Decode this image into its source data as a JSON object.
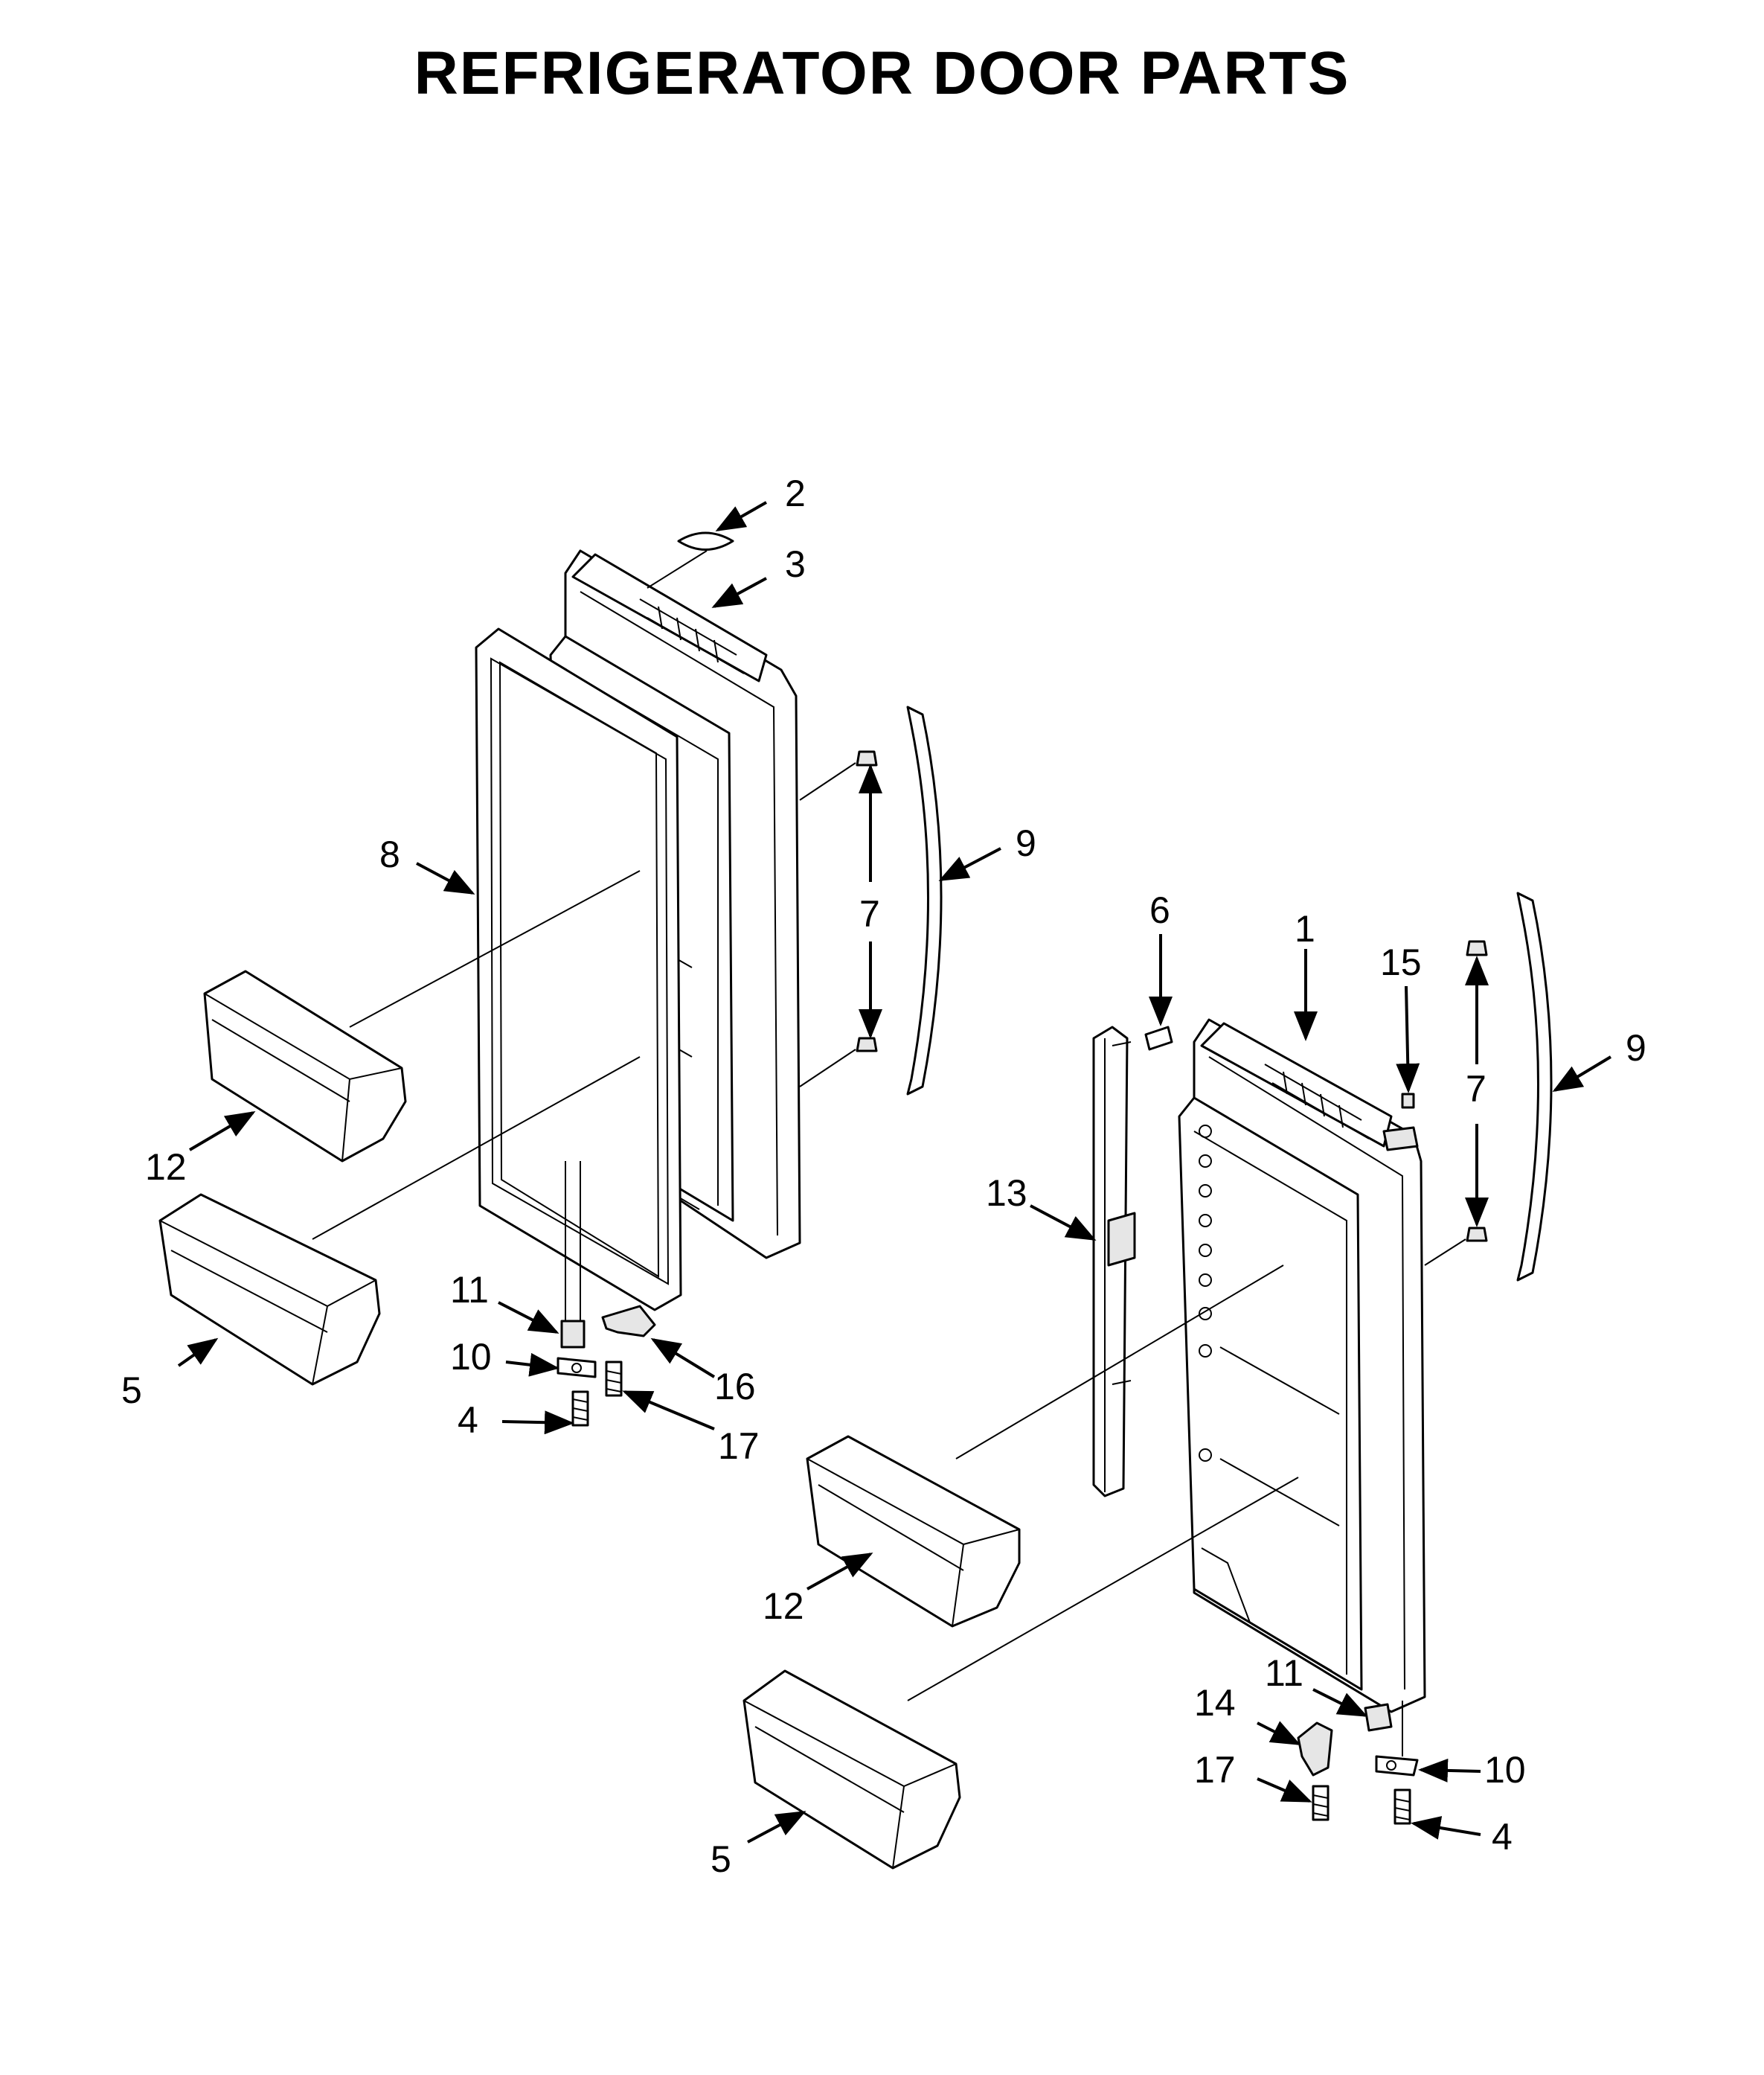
{
  "title": "REFRIGERATOR DOOR PARTS",
  "callouts": [
    {
      "id": "c-2",
      "text": "2",
      "part": "part-2"
    },
    {
      "id": "c-3",
      "text": "3",
      "part": "part-3"
    },
    {
      "id": "c-8",
      "text": "8",
      "part": "part-8"
    },
    {
      "id": "c-9-left",
      "text": "9",
      "part": "part-9"
    },
    {
      "id": "c-7-left",
      "text": "7",
      "part": "part-7"
    },
    {
      "id": "c-12-left",
      "text": "12",
      "part": "part-12"
    },
    {
      "id": "c-5-left",
      "text": "5",
      "part": "part-5"
    },
    {
      "id": "c-11-left",
      "text": "11",
      "part": "part-11"
    },
    {
      "id": "c-10-left",
      "text": "10",
      "part": "part-10"
    },
    {
      "id": "c-16",
      "text": "16",
      "part": "part-16"
    },
    {
      "id": "c-4-left",
      "text": "4",
      "part": "part-4"
    },
    {
      "id": "c-17-left",
      "text": "17",
      "part": "part-17"
    },
    {
      "id": "c-6",
      "text": "6",
      "part": "part-6"
    },
    {
      "id": "c-1",
      "text": "1",
      "part": "part-1"
    },
    {
      "id": "c-15",
      "text": "15",
      "part": "part-15"
    },
    {
      "id": "c-9-right",
      "text": "9",
      "part": "part-9"
    },
    {
      "id": "c-7-right",
      "text": "7",
      "part": "part-7"
    },
    {
      "id": "c-13",
      "text": "13",
      "part": "part-13"
    },
    {
      "id": "c-12-right",
      "text": "12",
      "part": "part-12"
    },
    {
      "id": "c-11-right",
      "text": "11",
      "part": "part-11"
    },
    {
      "id": "c-14",
      "text": "14",
      "part": "part-14"
    },
    {
      "id": "c-10-right",
      "text": "10",
      "part": "part-10"
    },
    {
      "id": "c-17-right",
      "text": "17",
      "part": "part-17"
    },
    {
      "id": "c-4-right",
      "text": "4",
      "part": "part-4"
    },
    {
      "id": "c-5-right",
      "text": "5",
      "part": "part-5"
    }
  ]
}
